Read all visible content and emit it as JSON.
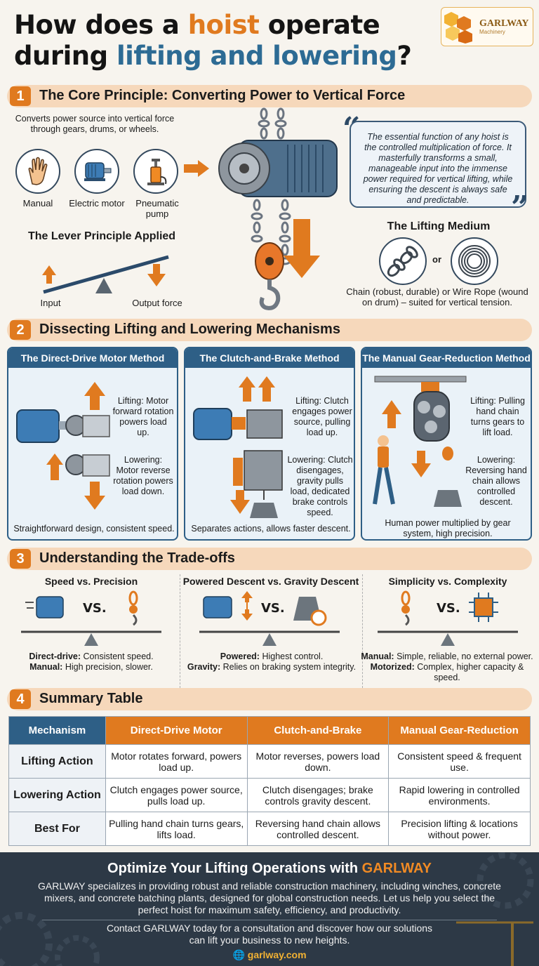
{
  "header": {
    "title_line1_a": "How does a ",
    "title_line1_b": "hoist",
    "title_line1_c": " operate",
    "title_line2_a": "during ",
    "title_line2_b": "lifting and lowering",
    "title_line2_c": "?",
    "logo_name": "GARLWAY",
    "logo_sub": "Machinery"
  },
  "section1": {
    "num": "1",
    "title": "The Core Principle: Converting Power to Vertical Force",
    "intro": "Converts power source into vertical force through gears, drums, or wheels.",
    "sources": [
      {
        "label": "Manual",
        "icon": "hand-icon"
      },
      {
        "label": "Electric motor",
        "icon": "electric-motor-icon"
      },
      {
        "label": "Pneumatic pump",
        "icon": "pneumatic-pump-icon"
      }
    ],
    "lever_title": "The Lever Principle Applied",
    "lever_input": "Input",
    "lever_output": "Output force",
    "quote": "The essential function of any hoist is the controlled multiplication of force. It masterfully transforms a small, manageable input into the immense power required for vertical lifting, while ensuring the descent is always safe and predictable.",
    "medium_title": "The Lifting Medium",
    "medium_or": "or",
    "medium_text": "Chain (robust, durable) or Wire Rope (wound on drum) – suited for vertical tension."
  },
  "section2": {
    "num": "2",
    "title": "Dissecting Lifting and Lowering Mechanisms",
    "panels": [
      {
        "title": "The Direct-Drive Motor Method",
        "lift": "Lifting: Motor forward rotation powers load up.",
        "lower": "Lowering: Motor reverse rotation powers load down.",
        "foot": "Straightforward design, consistent speed."
      },
      {
        "title": "The Clutch-and-Brake Method",
        "lift": "Lifting: Clutch engages power source, pulling load up.",
        "lower": "Lowering: Clutch disengages, gravity pulls load, dedicated brake controls speed.",
        "foot": "Separates actions, allows faster descent."
      },
      {
        "title": "The Manual Gear-Reduction Method",
        "lift": "Lifting: Pulling hand chain turns gears to lift load.",
        "lower": "Lowering: Reversing hand chain allows controlled descent.",
        "foot": "Human power multiplied by gear system, high precision."
      }
    ]
  },
  "section3": {
    "num": "3",
    "title": "Understanding the Trade-offs",
    "vs": "VS.",
    "items": [
      {
        "title": "Speed vs. Precision",
        "l1b": "Direct-drive:",
        "l1": " Consistent speed.",
        "l2b": "Manual:",
        "l2": " High precision, slower."
      },
      {
        "title": "Powered Descent vs. Gravity Descent",
        "l1b": "Powered:",
        "l1": " Highest control.",
        "l2b": "Gravity:",
        "l2": " Relies on braking system integrity."
      },
      {
        "title": "Simplicity vs. Complexity",
        "l1b": "Manual:",
        "l1": " Simple, reliable, no external power.",
        "l2b": "Motorized:",
        "l2": " Complex, higher capacity & speed."
      }
    ]
  },
  "section4": {
    "num": "4",
    "title": "Summary Table",
    "headers": [
      "Mechanism",
      "Direct-Drive Motor",
      "Clutch-and-Brake",
      "Manual Gear-Reduction"
    ],
    "rows": [
      [
        "Lifting Action",
        "Motor rotates forward, powers load up.",
        "Motor reverses, powers load down.",
        "Consistent speed & frequent use."
      ],
      [
        "Lowering Action",
        "Clutch engages power source, pulls load up.",
        "Clutch disengages; brake controls gravity descent.",
        "Rapid lowering in controlled environments."
      ],
      [
        "Best For",
        "Pulling hand chain turns gears, lifts load.",
        "Reversing hand chain allows controlled descent.",
        "Precision lifting & locations without power."
      ]
    ]
  },
  "footer": {
    "title_a": "Optimize Your Lifting Operations with ",
    "title_b": "GARLWAY",
    "body": "GARLWAY specializes in providing robust and reliable construction machinery, including winches, concrete mixers, and concrete batching plants, designed for global construction needs. Let us help you select the perfect hoist for maximum safety, efficiency, and productivity.",
    "contact": "Contact GARLWAY today for a consultation and discover how our solutions can lift your business to new heights.",
    "website": "garlway.com"
  },
  "colors": {
    "accent": "#e07a1f",
    "navy": "#2e5f86",
    "footer": "#2d3946",
    "section_bar": "#f6d8bb"
  }
}
